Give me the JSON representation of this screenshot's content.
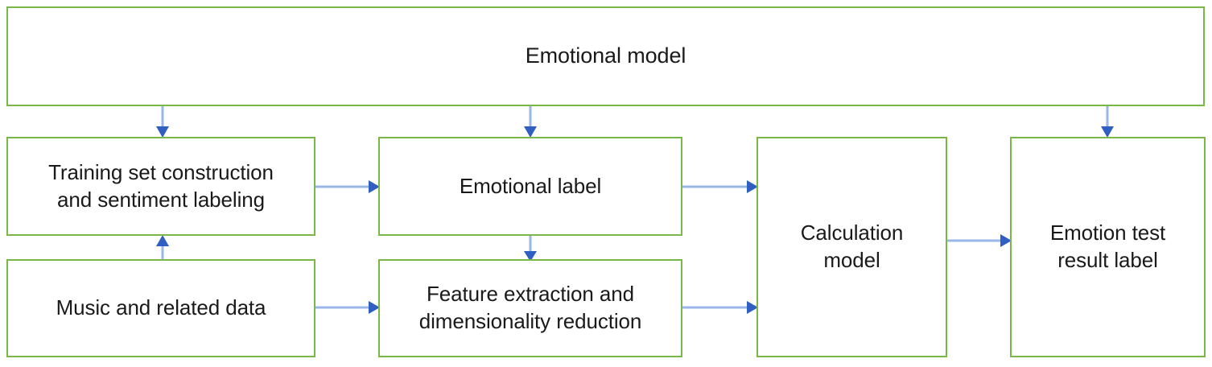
{
  "diagram": {
    "title": "Emotional model",
    "type": "flowchart",
    "colors": {
      "box_border": "#7ab648",
      "box_fill": "#ffffff",
      "arrow_line": "#9bb7e8",
      "arrow_head": "#2f5fc0",
      "text": "#1a1a1a",
      "background": "#ffffff"
    },
    "nodes": [
      {
        "id": "emotional-model",
        "label": "Emotional model"
      },
      {
        "id": "training-set",
        "label": "Training set construction\nand sentiment labeling"
      },
      {
        "id": "music-data",
        "label": "Music and related data"
      },
      {
        "id": "emotional-label",
        "label": "Emotional label"
      },
      {
        "id": "feature-extract",
        "label": "Feature extraction and\ndimensionality reduction"
      },
      {
        "id": "calculation-model",
        "label": "Calculation\nmodel"
      },
      {
        "id": "result-label",
        "label": "Emotion test\nresult label"
      }
    ],
    "edges": [
      {
        "from": "emotional-model",
        "to": "training-set",
        "direction": "down"
      },
      {
        "from": "emotional-model",
        "to": "emotional-label",
        "direction": "down"
      },
      {
        "from": "emotional-model",
        "to": "result-label",
        "direction": "down"
      },
      {
        "from": "music-data",
        "to": "training-set",
        "direction": "up"
      },
      {
        "from": "training-set",
        "to": "emotional-label",
        "direction": "right"
      },
      {
        "from": "music-data",
        "to": "feature-extract",
        "direction": "right"
      },
      {
        "from": "emotional-label",
        "to": "feature-extract",
        "direction": "down"
      },
      {
        "from": "emotional-label",
        "to": "calculation-model",
        "direction": "right"
      },
      {
        "from": "feature-extract",
        "to": "calculation-model",
        "direction": "right"
      },
      {
        "from": "calculation-model",
        "to": "result-label",
        "direction": "right"
      }
    ]
  }
}
